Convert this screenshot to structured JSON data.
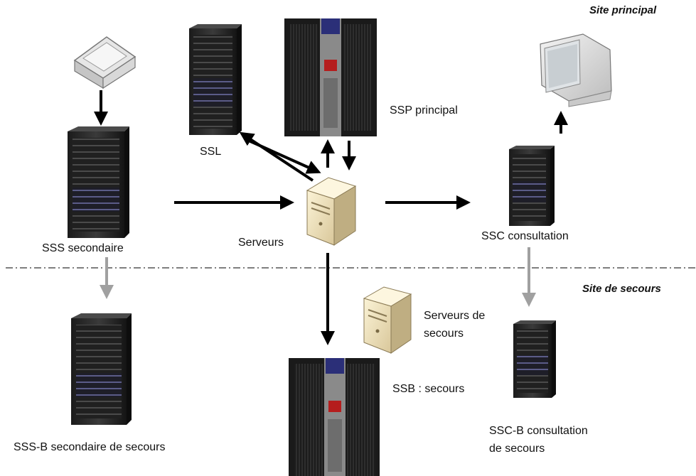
{
  "sites": {
    "primary": "Site principal",
    "backup": "Site de secours"
  },
  "labels": {
    "ssl": "SSL",
    "ssp": "SSP principal",
    "sss": "SSS secondaire",
    "serveurs": "Serveurs",
    "ssc": "SSC consultation",
    "serveurs_secours_1": "Serveurs de",
    "serveurs_secours_2": "secours",
    "ssb": "SSB : secours",
    "sssb": "SSS-B secondaire de secours",
    "sscb_1": "SSC-B consultation",
    "sscb_2": "de secours"
  },
  "icons": {
    "scanner": "scanner-icon",
    "monitor": "monitor-icon",
    "server_rack": "server-rack-icon",
    "storage_cabinet": "storage-cabinet-icon",
    "tower_server": "tower-server-icon"
  },
  "colors": {
    "arrow_primary": "#000000",
    "arrow_backup": "#a0a0a0",
    "separator": "#555555"
  }
}
